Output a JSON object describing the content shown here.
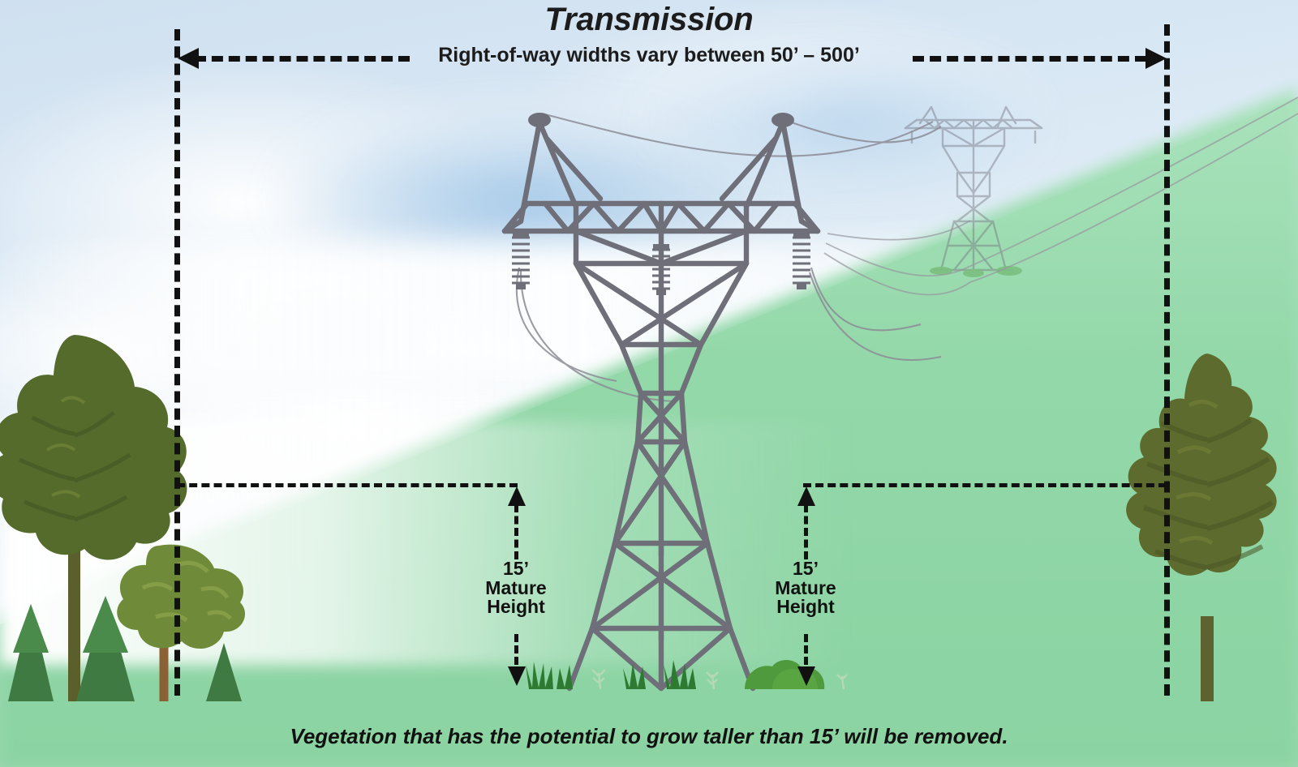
{
  "diagram": {
    "title": "Transmission",
    "row_label": "Right-of-way widths vary between 50’ – 500’",
    "caption": "Vegetation that has the potential to grow taller than 15’ will be removed.",
    "measurements": {
      "left": {
        "value": "15’",
        "line1": "Mature",
        "line2": "Height"
      },
      "right": {
        "value": "15’",
        "line1": "Mature",
        "line2": "Height"
      }
    },
    "colors": {
      "sky": "#d5e5f2",
      "ground": "#8fd5a6",
      "steel": "#6f6f7a",
      "dash": "#111111",
      "tree_dark": "#4e6b2f",
      "tree_olive": "#6b7334",
      "tree_mid": "#7d8f3e",
      "conifer": "#3f7a42",
      "trunk_brown": "#8a6035",
      "grass": "#2f7a33",
      "shrub": "#4f9a3c"
    },
    "icons": {
      "row_arrow_left": "arrow-left-icon",
      "row_arrow_right": "arrow-right-icon",
      "height_arrow_up": "arrow-up-icon",
      "height_arrow_down": "arrow-down-icon"
    }
  }
}
